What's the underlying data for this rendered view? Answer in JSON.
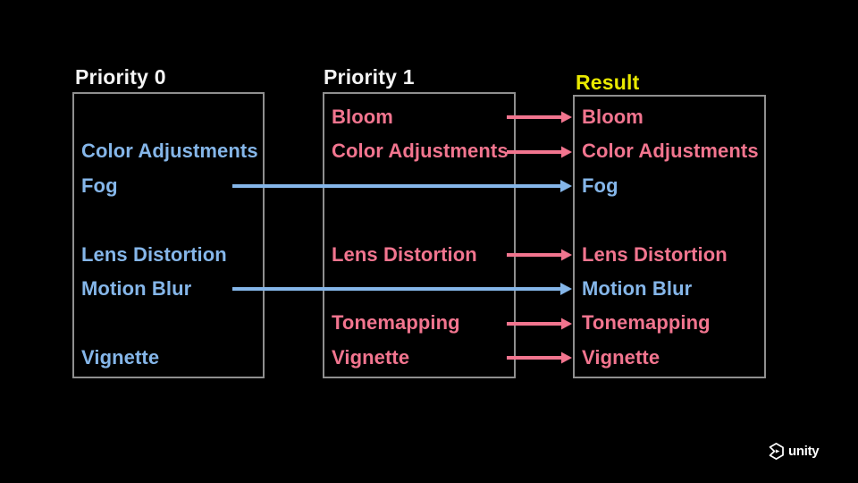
{
  "slide": {
    "background": "#000000",
    "description": "Unity post-processing volume priority blending diagram"
  },
  "colors": {
    "title_white": "#f5f5f5",
    "result_yellow": "#e9e900",
    "blue": "#85b6e9",
    "pink": "#f2758f",
    "box_border": "#8f8f8f",
    "logo_white": "#ffffff"
  },
  "columns": [
    {
      "id": "priority-0",
      "title": "Priority 0",
      "items": [
        {
          "text": ""
        },
        {
          "text": "Color Adjustments",
          "color": "blue"
        },
        {
          "text": "Fog",
          "color": "blue"
        },
        {
          "text": ""
        },
        {
          "text": "Lens Distortion",
          "color": "blue"
        },
        {
          "text": "Motion Blur",
          "color": "blue"
        },
        {
          "text": ""
        },
        {
          "text": "Vignette",
          "color": "blue"
        }
      ]
    },
    {
      "id": "priority-1",
      "title": "Priority 1",
      "items": [
        {
          "text": "Bloom",
          "color": "pink"
        },
        {
          "text": "Color Adjustments",
          "color": "pink"
        },
        {
          "text": ""
        },
        {
          "text": ""
        },
        {
          "text": "Lens Distortion",
          "color": "pink"
        },
        {
          "text": ""
        },
        {
          "text": "Tonemapping",
          "color": "pink"
        },
        {
          "text": "Vignette",
          "color": "pink"
        }
      ]
    },
    {
      "id": "result",
      "title": "Result",
      "items": [
        {
          "text": "Bloom",
          "color": "pink"
        },
        {
          "text": "Color Adjustments",
          "color": "pink"
        },
        {
          "text": "Fog",
          "color": "blue"
        },
        {
          "text": ""
        },
        {
          "text": "Lens Distortion",
          "color": "pink"
        },
        {
          "text": "Motion Blur",
          "color": "blue"
        },
        {
          "text": "Tonemapping",
          "color": "pink"
        },
        {
          "text": "Vignette",
          "color": "pink"
        }
      ]
    }
  ],
  "arrows": [
    {
      "item": "Bloom",
      "from": "priority-1",
      "to": "result",
      "color": "pink"
    },
    {
      "item": "Color Adjustments",
      "from": "priority-1",
      "to": "result",
      "color": "pink"
    },
    {
      "item": "Fog",
      "from": "priority-0",
      "to": "result",
      "color": "blue"
    },
    {
      "item": "Lens Distortion",
      "from": "priority-1",
      "to": "result",
      "color": "pink"
    },
    {
      "item": "Motion Blur",
      "from": "priority-0",
      "to": "result",
      "color": "blue"
    },
    {
      "item": "Tonemapping",
      "from": "priority-1",
      "to": "result",
      "color": "pink"
    },
    {
      "item": "Vignette",
      "from": "priority-1",
      "to": "result",
      "color": "pink"
    }
  ],
  "brand": {
    "wordmark": "unity"
  }
}
